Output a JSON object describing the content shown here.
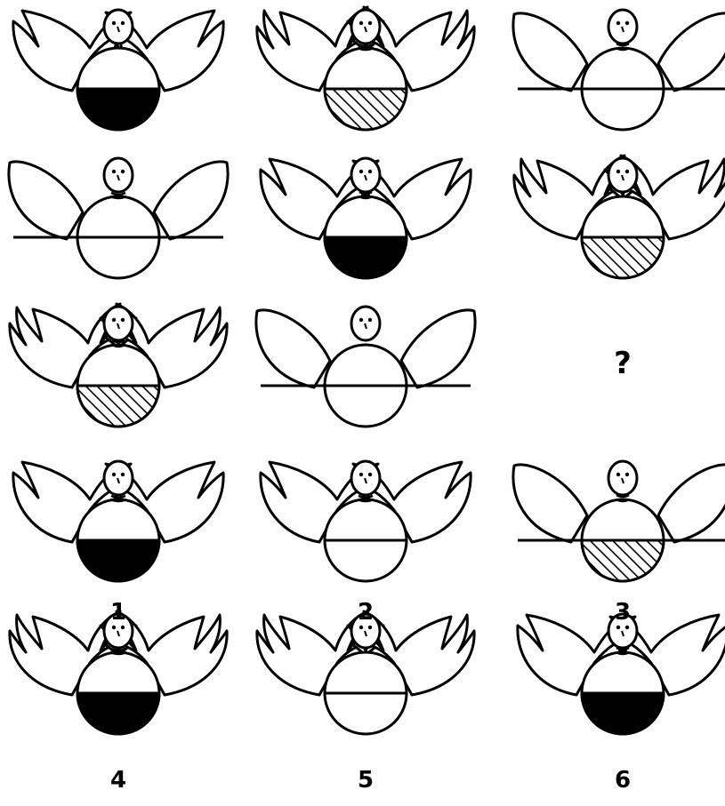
{
  "puzzle": {
    "question_mark": "?",
    "grid": [
      {
        "wing_style": "feather2",
        "neck": "none",
        "belly": "black"
      },
      {
        "wing_style": "feather3",
        "neck": "ring",
        "belly": "hatched"
      },
      {
        "wing_style": "plain",
        "neck": "coil",
        "belly": "white"
      },
      {
        "wing_style": "plain",
        "neck": "ring",
        "belly": "white"
      },
      {
        "wing_style": "feather2",
        "neck": "coil",
        "belly": "black"
      },
      {
        "wing_style": "feather3",
        "neck": "none",
        "belly": "hatched"
      },
      {
        "wing_style": "feather3",
        "neck": "coil",
        "belly": "hatched"
      },
      {
        "wing_style": "plain",
        "neck": "none",
        "belly": "white"
      },
      null
    ]
  },
  "options": [
    {
      "label": "1",
      "wing_style": "feather2",
      "neck": "ring",
      "belly": "black"
    },
    {
      "label": "2",
      "wing_style": "feather2",
      "neck": "ring",
      "belly": "white"
    },
    {
      "label": "3",
      "wing_style": "plain",
      "neck": "coil",
      "belly": "hatched"
    },
    {
      "label": "4",
      "wing_style": "feather3",
      "neck": "ring",
      "belly": "black"
    },
    {
      "label": "5",
      "wing_style": "feather3",
      "neck": "none",
      "belly": "white"
    },
    {
      "label": "6",
      "wing_style": "feather2",
      "neck": "coil",
      "belly": "black"
    }
  ]
}
